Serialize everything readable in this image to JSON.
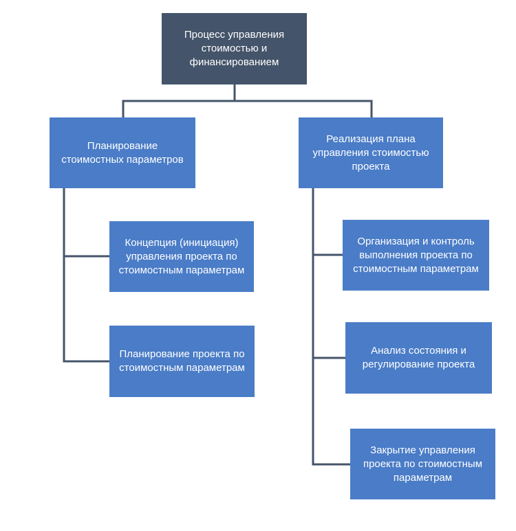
{
  "diagram": {
    "root": {
      "label": "Процесс управления\nстоимостью и\nфинансированием"
    },
    "branches": [
      {
        "label": "Планирование\nстоимостных параметров",
        "children": [
          {
            "label": "Концепция (инициация)\nуправления проекта по\nстоимостным параметрам"
          },
          {
            "label": "Планирование проекта по\nстоимостным параметрам"
          }
        ]
      },
      {
        "label": "Реализация плана\nуправления стоимостью\nпроекта",
        "children": [
          {
            "label": "Организация и контроль\nвыполнения проекта по\nстоимостным параметрам"
          },
          {
            "label": "Анализ состояния и\nрегулирование проекта"
          },
          {
            "label": "Закрытие управления\nпроекта по стоимостным\nпараметрам"
          }
        ]
      }
    ],
    "colors": {
      "root_fill": "#44546a",
      "node_fill": "#4a7cc7",
      "connector": "#44546a",
      "text": "#ffffff"
    }
  }
}
